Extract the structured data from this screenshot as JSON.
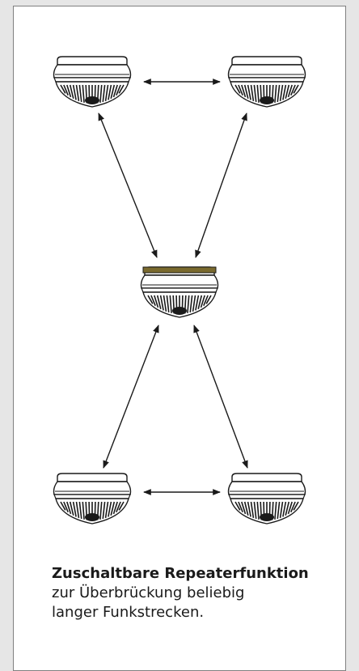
{
  "diagram": {
    "devices": [
      {
        "id": "top-left",
        "variant": "standard"
      },
      {
        "id": "top-right",
        "variant": "standard"
      },
      {
        "id": "center",
        "variant": "repeater",
        "band_color": "#7a6a2e"
      },
      {
        "id": "bottom-left",
        "variant": "standard"
      },
      {
        "id": "bottom-right",
        "variant": "standard"
      }
    ],
    "links": [
      {
        "from": "top-left",
        "to": "top-right",
        "direction": "both"
      },
      {
        "from": "top-left",
        "to": "center",
        "direction": "both"
      },
      {
        "from": "top-right",
        "to": "center",
        "direction": "both"
      },
      {
        "from": "center",
        "to": "bottom-left",
        "direction": "both"
      },
      {
        "from": "center",
        "to": "bottom-right",
        "direction": "both"
      },
      {
        "from": "bottom-left",
        "to": "bottom-right",
        "direction": "both"
      }
    ]
  },
  "caption": {
    "title": "Zuschaltbare Repeaterfunktion",
    "body_line1": "zur Überbrückung beliebig",
    "body_line2": "langer Funkstrecken."
  }
}
